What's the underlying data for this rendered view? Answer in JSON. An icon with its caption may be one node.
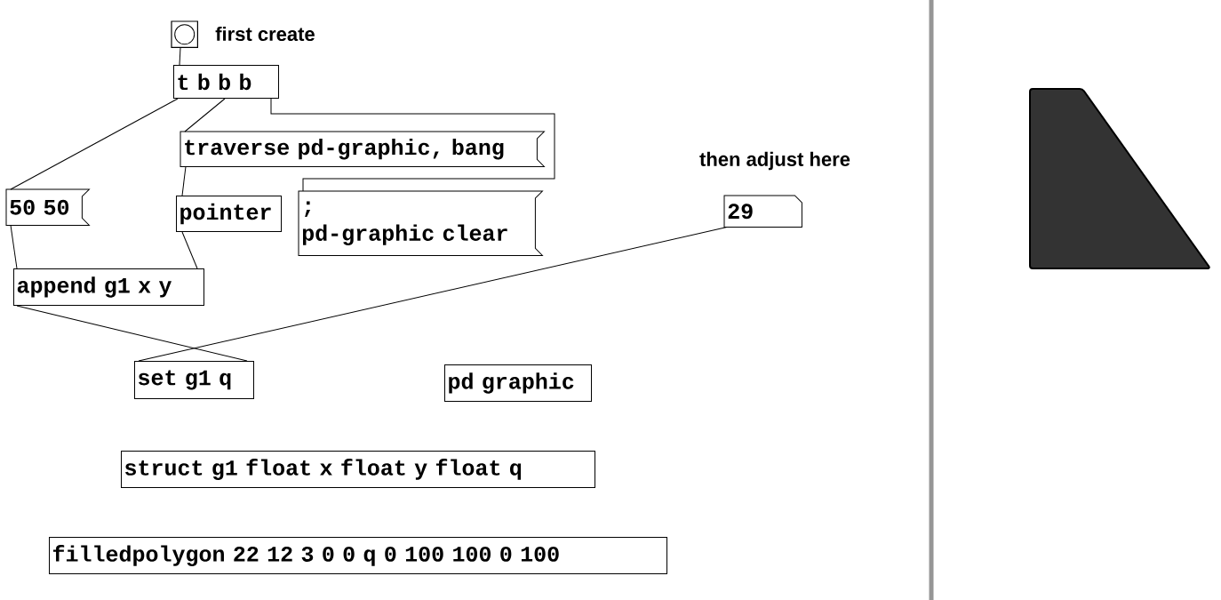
{
  "diagram": {
    "nodes": [
      {
        "text": [],
        "shape": "box",
        "beside": [
          "first create"
        ]
      },
      {
        "text": [
          "t b b b"
        ]
      },
      {
        "text": [
          "traverse pd-graphic, bang"
        ]
      },
      {
        "text": [
          "50 50"
        ]
      },
      {
        "text": [
          "pointer"
        ]
      },
      {
        "text": [
          "; pd-graphic clear"
        ]
      },
      {
        "text": [
          "29"
        ],
        "beside": [
          "then adjust here"
        ]
      },
      {
        "text": [
          "append g1 x y"
        ]
      },
      {
        "text": [
          "set g1 q"
        ]
      },
      {
        "text": [
          "pd graphic"
        ]
      },
      {
        "text": [
          "struct g1 float x float y float q"
        ]
      },
      {
        "text": [
          "filledpolygon 22 12 3 0 0 q 0 100 100 0 100"
        ]
      }
    ],
    "edges": [
      {
        "from": 0,
        "to": 1,
        "arrow": "none"
      },
      {
        "from": 1,
        "to": 3,
        "arrow": "none"
      },
      {
        "from": 1,
        "to": 2,
        "arrow": "none"
      },
      {
        "from": 1,
        "to": 5,
        "arrow": "none"
      },
      {
        "from": 2,
        "to": 4,
        "arrow": "none"
      },
      {
        "from": 3,
        "to": 7,
        "arrow": "none"
      },
      {
        "from": 4,
        "to": 7,
        "arrow": "none"
      },
      {
        "from": 7,
        "to": 8,
        "arrow": "none"
      },
      {
        "from": 6,
        "to": 8,
        "arrow": "none"
      }
    ]
  }
}
